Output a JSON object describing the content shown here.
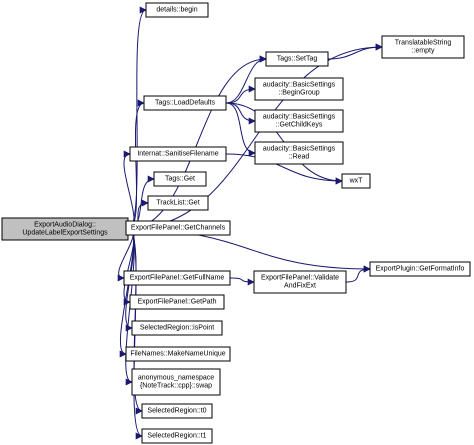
{
  "edge_color": "#191970",
  "root_fill": "#c0c0c0",
  "nodes": [
    {
      "id": "root",
      "lines": [
        "ExportAudioDialog::",
        "UpdateLabelExportSettings"
      ],
      "root": true
    },
    {
      "id": "details_begin",
      "lines": [
        "details::begin"
      ]
    },
    {
      "id": "ts_empty",
      "lines": [
        "TranslatableString",
        "::empty"
      ]
    },
    {
      "id": "tags_settag",
      "lines": [
        "Tags::SetTag"
      ]
    },
    {
      "id": "tags_loaddefaults",
      "lines": [
        "Tags::LoadDefaults"
      ]
    },
    {
      "id": "begingroup",
      "lines": [
        "audacity::BasicSettings",
        "::BeginGroup"
      ]
    },
    {
      "id": "getchildkeys",
      "lines": [
        "audacity::BasicSettings",
        "::GetChildKeys"
      ]
    },
    {
      "id": "read",
      "lines": [
        "audacity::BasicSettings",
        "::Read"
      ]
    },
    {
      "id": "sanitise",
      "lines": [
        "Internat::SanitiseFilename"
      ]
    },
    {
      "id": "wxt",
      "lines": [
        "wxT"
      ]
    },
    {
      "id": "tags_get",
      "lines": [
        "Tags::Get"
      ]
    },
    {
      "id": "tracklist_get",
      "lines": [
        "TrackList::Get"
      ]
    },
    {
      "id": "getchannels",
      "lines": [
        "ExportFilePanel::GetChannels"
      ]
    },
    {
      "id": "getformatinfo",
      "lines": [
        "ExportPlugin::GetFormatInfo"
      ]
    },
    {
      "id": "getfullname",
      "lines": [
        "ExportFilePanel::GetFullName"
      ]
    },
    {
      "id": "validate",
      "lines": [
        "ExportFilePanel::Validate",
        "AndFixExt"
      ]
    },
    {
      "id": "getpath",
      "lines": [
        "ExportFilePanel::GetPath"
      ]
    },
    {
      "id": "ispoint",
      "lines": [
        "SelectedRegion::isPoint"
      ]
    },
    {
      "id": "makenameunique",
      "lines": [
        "FileNames::MakeNameUnique"
      ]
    },
    {
      "id": "swap",
      "lines": [
        "anonymous_namespace",
        "{NoteTrack::cpp}::swap"
      ]
    },
    {
      "id": "t0",
      "lines": [
        "SelectedRegion::t0"
      ]
    },
    {
      "id": "t1",
      "lines": [
        "SelectedRegion::t1"
      ]
    }
  ],
  "edges": [
    [
      "root",
      "details_begin"
    ],
    [
      "root",
      "ts_empty"
    ],
    [
      "root",
      "tags_settag"
    ],
    [
      "root",
      "tags_loaddefaults"
    ],
    [
      "root",
      "sanitise"
    ],
    [
      "root",
      "tags_get"
    ],
    [
      "root",
      "tracklist_get"
    ],
    [
      "root",
      "getchannels"
    ],
    [
      "root",
      "getformatinfo"
    ],
    [
      "root",
      "getfullname"
    ],
    [
      "root",
      "getpath"
    ],
    [
      "root",
      "ispoint"
    ],
    [
      "root",
      "makenameunique"
    ],
    [
      "root",
      "swap"
    ],
    [
      "root",
      "t0"
    ],
    [
      "root",
      "t1"
    ],
    [
      "tags_settag",
      "ts_empty"
    ],
    [
      "tags_loaddefaults",
      "tags_settag"
    ],
    [
      "tags_loaddefaults",
      "begingroup"
    ],
    [
      "tags_loaddefaults",
      "getchildkeys"
    ],
    [
      "tags_loaddefaults",
      "read"
    ],
    [
      "tags_loaddefaults",
      "wxt"
    ],
    [
      "sanitise",
      "wxt"
    ],
    [
      "getfullname",
      "validate"
    ],
    [
      "validate",
      "getformatinfo"
    ]
  ]
}
